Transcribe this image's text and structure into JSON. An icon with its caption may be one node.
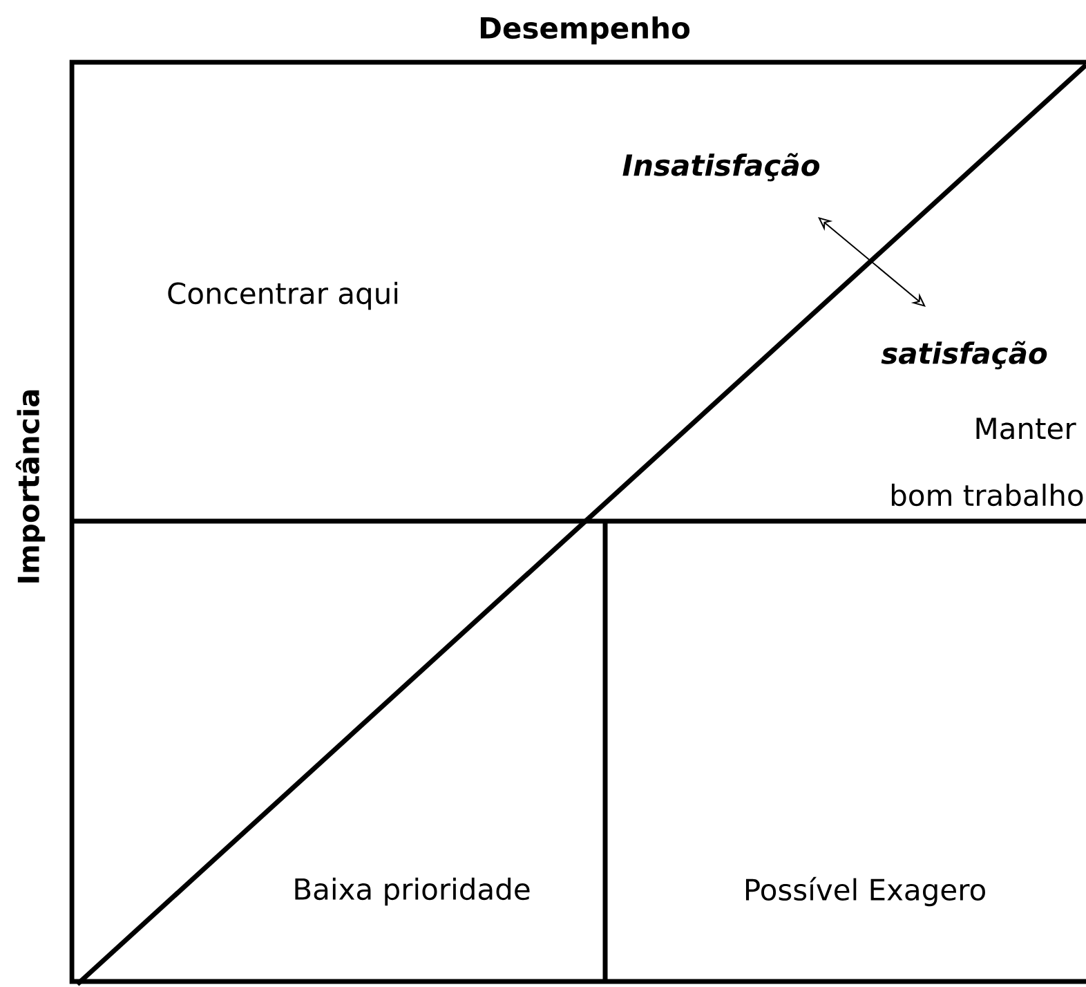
{
  "diagram": {
    "labels": [
      "Desempenho",
      "Importância",
      "Insatisfação",
      "Concentrar aqui",
      "satisfação",
      "Manter",
      "bom trabalho",
      "Baixa prioridade",
      "Possível Exagero"
    ]
  }
}
